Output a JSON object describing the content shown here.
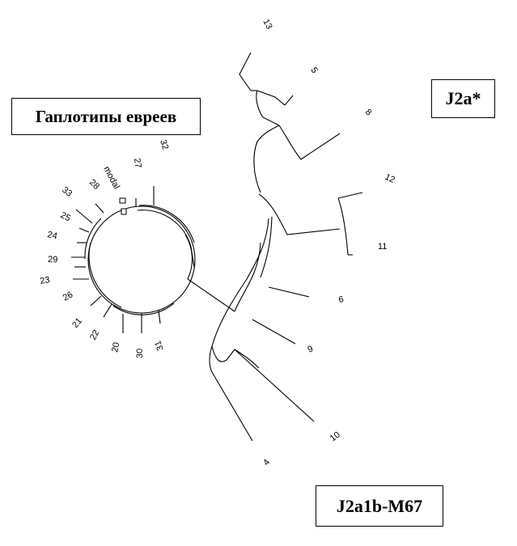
{
  "title": "Гаплотипы евреев",
  "clusters": {
    "j2a": "J2a*",
    "j2a1b": "J2a1b-M67"
  },
  "leaves": {
    "n13": "13",
    "n5": "5",
    "n8": "8",
    "n12": "12",
    "n11": "11",
    "n6": "6",
    "n9": "9",
    "n10": "10",
    "n4": "4",
    "n32": "32",
    "n27": "27",
    "modal": "modal",
    "n28": "28",
    "n33": "33",
    "n25": "25",
    "n24": "24",
    "n29": "29",
    "n23": "23",
    "n26": "26",
    "n21": "21",
    "n22": "22",
    "n20": "20",
    "n30": "30",
    "n31": "31"
  }
}
